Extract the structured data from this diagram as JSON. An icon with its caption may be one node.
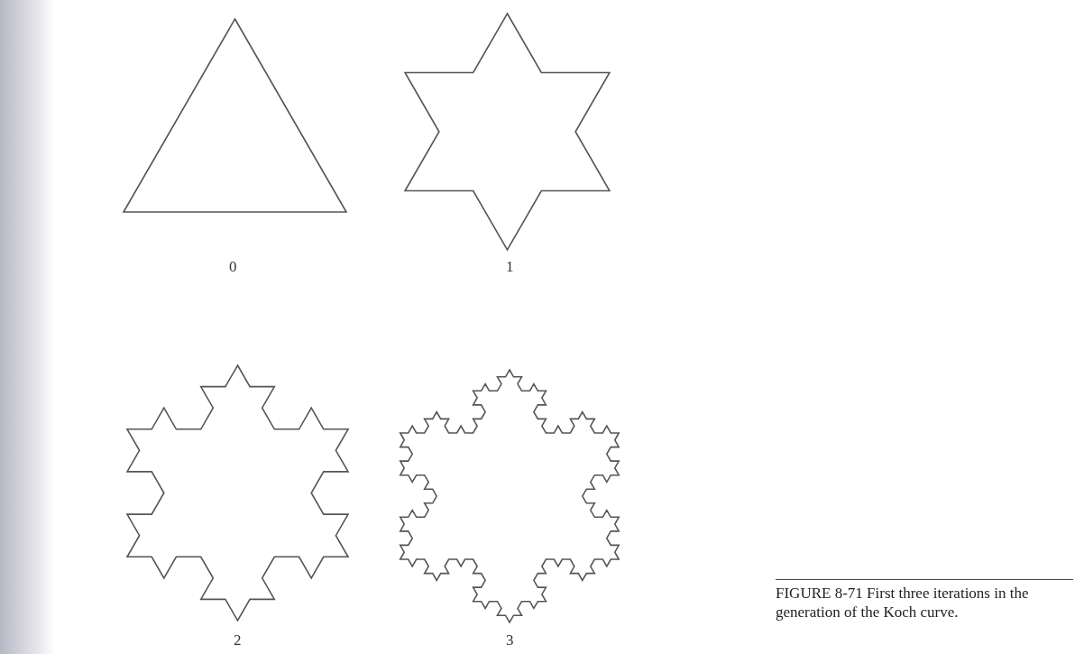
{
  "diagram": {
    "caption": "FIGURE 8-71 First three iterations in the generation of the Koch curve.",
    "labels": [
      "0",
      "1",
      "2",
      "3"
    ]
  }
}
